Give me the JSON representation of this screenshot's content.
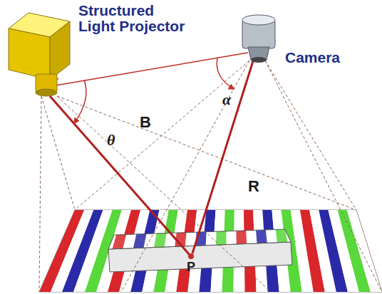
{
  "diagram": {
    "labels": [
      "Structured Light Projector",
      "Camera",
      "B",
      "θ",
      "α",
      "R",
      "P"
    ]
  }
}
